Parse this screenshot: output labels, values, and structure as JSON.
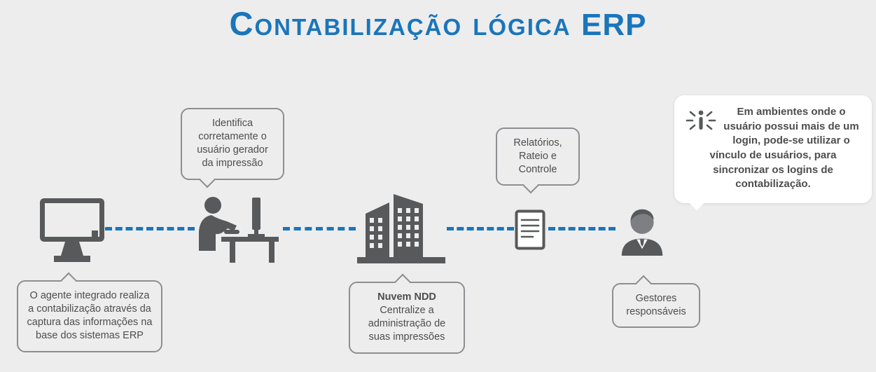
{
  "title": {
    "text": "Contabilização lógica",
    "suffix": "ERP"
  },
  "colors": {
    "accent_blue": "#1b75bb",
    "icon_gray": "#58595b",
    "background": "#ededee",
    "bubble_border": "#8c8e91",
    "note_background": "#ffffff"
  },
  "icons": [
    "monitor-icon",
    "user-at-desk-icon",
    "buildings-icon",
    "document-icon",
    "manager-icon",
    "blink-icon"
  ],
  "callouts": {
    "agent": "O agente integrado realiza a contabilização através da captura das informações na base dos sistemas ERP",
    "identify": "Identifica corretamente o usuário gerador da impressão",
    "cloud": {
      "title": "Nuvem NDD",
      "body": "Centralize a administração de suas impressões"
    },
    "reports": "Relatórios, Rateio e Controle",
    "managers": "Gestores responsáveis",
    "note": "Em ambientes onde o usuário possui mais de um login, pode-se utilizar o vínculo de usuários, para sincronizar os logins de contabilização."
  }
}
